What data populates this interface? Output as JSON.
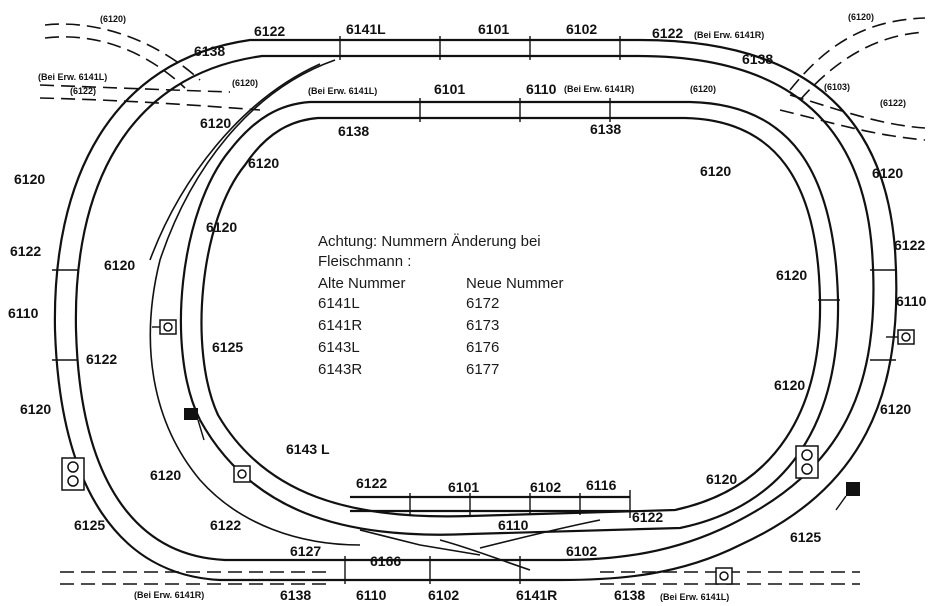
{
  "notice": {
    "heading": "Achtung: Nummern Änderung bei",
    "brand": "Fleischmann :",
    "col_old": "Alte Nummer",
    "col_new": "Neue Nummer",
    "rows": [
      {
        "old": "6141L",
        "new": "6172"
      },
      {
        "old": "6141R",
        "new": "6173"
      },
      {
        "old": "6143L",
        "new": "6176"
      },
      {
        "old": "6143R",
        "new": "6177"
      }
    ]
  },
  "labels": {
    "t6120_tl": "(6120)",
    "bei_6141l_a": "(Bei Erw. 6141L)",
    "t6122_small_left": "(6122)",
    "t6138_top_left": "6138",
    "t6122_top_left": "6122",
    "t6141l_top": "6141L",
    "t6101_top": "6101",
    "t6102_top": "6102",
    "t6122_top_right": "6122",
    "bei_6141r_top": "(Bei Erw. 6141R)",
    "t6120_tr": "(6120)",
    "t6138_top_right": "6138",
    "t6103_small": "(6103)",
    "t6122_small_right": "(6122)",
    "t6120_small_mid": "(6120)",
    "bei_6141l_mid": "(Bei Erw. 6141L)",
    "t6101_mid": "6101",
    "t6110_mid": "6110",
    "bei_6141r_mid": "(Bei Erw. 6141R)",
    "t6120_small_mid2": "(6120)",
    "t6138_inner_left": "6138",
    "t6138_inner_right": "6138",
    "t6120_left_outer": "6120",
    "t6122_left_outer": "6122",
    "t6110_left_outer": "6110",
    "t6120_left_lower": "6120",
    "t6120_left_mid": "6120",
    "t6122_left_mid": "6122",
    "t6120_inner_a": "6120",
    "t6120_inner_b": "6120",
    "t6120_inner_c": "6120",
    "t6125_inner": "6125",
    "t6120_right_a": "6120",
    "t6120_right_b": "6120",
    "t6120_right_c": "6120",
    "t6120_right_d": "6120",
    "t6120_far_right_a": "6120",
    "t6122_far_right": "6122",
    "t6110_far_right": "6110",
    "t6120_far_right_b": "6120",
    "t6143l": "6143 L",
    "t6122_siding": "6122",
    "t6101_siding": "6101",
    "t6102_siding": "6102",
    "t6116": "6116",
    "t6122_siding_end": "6122",
    "t6110_siding": "6110",
    "t6102_lower": "6102",
    "t6120_bottom_left": "6120",
    "t6122_bottom_left": "6122",
    "t6125_bottom_left": "6125",
    "t6127": "6127",
    "t6166": "6166",
    "t6125_bottom_right": "6125",
    "bei_6141r_bottom": "(Bei Erw. 6141R)",
    "t6138_bottom_left": "6138",
    "t6110_bottom": "6110",
    "t6102_bottom": "6102",
    "t6141r_bottom": "6141R",
    "t6138_bottom_right": "6138",
    "bei_6141l_bottom": "(Bei Erw. 6141L)"
  }
}
